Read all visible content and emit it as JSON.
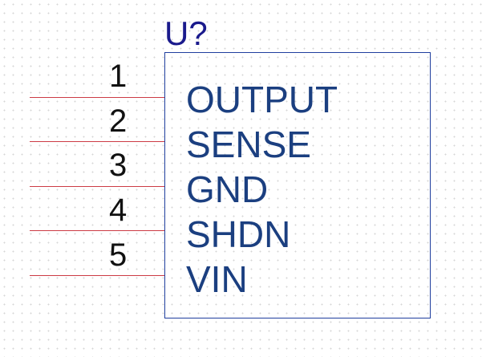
{
  "component": {
    "designator": "U?",
    "colors": {
      "body_outline": "#1f3e9e",
      "designator": "#1a1a8c",
      "pin_line": "#cc3b45",
      "pin_name": "#1b3f80",
      "pin_number": "#111111",
      "grid_dot": "#d6d6d6"
    },
    "pins": [
      {
        "number": "1",
        "name": "OUTPUT"
      },
      {
        "number": "2",
        "name": "SENSE"
      },
      {
        "number": "3",
        "name": "GND"
      },
      {
        "number": "4",
        "name": "SHDN"
      },
      {
        "number": "5",
        "name": "VIN"
      }
    ]
  }
}
